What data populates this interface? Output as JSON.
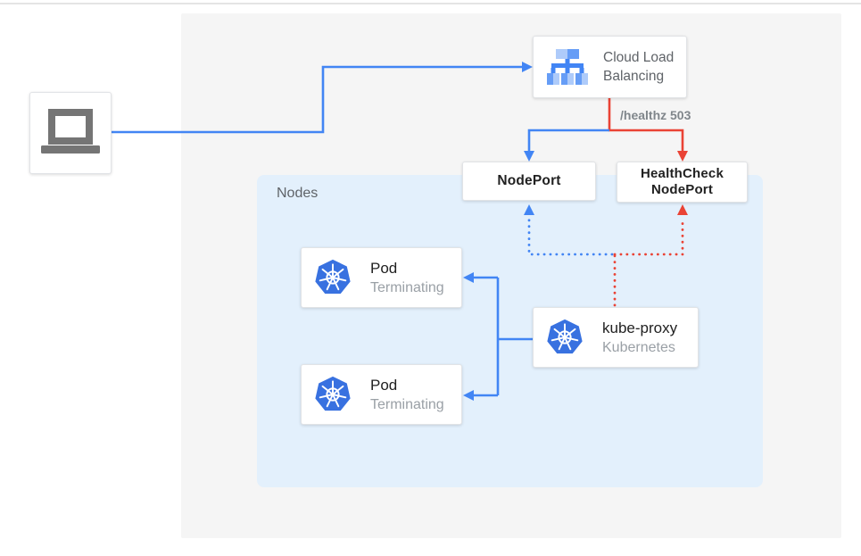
{
  "colors": {
    "flow_blue": "#4285f4",
    "error_red": "#ea4335",
    "kubernetes_blue": "#3871e0",
    "outer_panel_bg": "#f5f5f5",
    "nodes_panel_bg": "#e3f0fc",
    "dark_text": "#212121",
    "muted_text": "#9aa0a6"
  },
  "icons": {
    "client": "laptop-icon",
    "load_balancer": "cloud-load-balancing-icon",
    "kubernetes": "kubernetes-helm-icon"
  },
  "nodes": {
    "cloud_load_balancing": {
      "line1": "Cloud Load",
      "line2": "Balancing"
    },
    "nodeport": {
      "label": "NodePort"
    },
    "healthcheck_nodeport": {
      "line1": "HealthCheck",
      "line2": "NodePort"
    },
    "nodes_panel": {
      "label": "Nodes"
    },
    "pods": [
      {
        "title": "Pod",
        "subtitle": "Terminating"
      },
      {
        "title": "Pod",
        "subtitle": "Terminating"
      }
    ],
    "kube_proxy": {
      "title": "kube-proxy",
      "subtitle": "Kubernetes"
    }
  },
  "edges": {
    "healthz_label": "/healthz 503"
  }
}
